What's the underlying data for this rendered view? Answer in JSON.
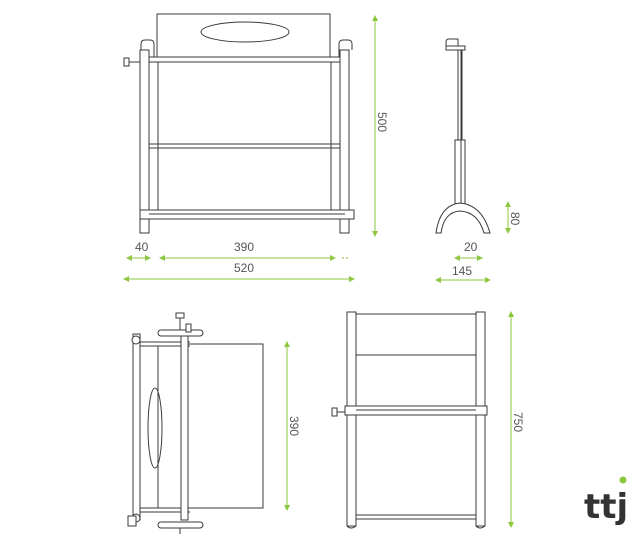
{
  "dimensions": {
    "front_height": "500",
    "front_leg": "40",
    "front_inner_width": "390",
    "front_total_width": "520",
    "side_foot_height": "80",
    "side_foot_width": "20",
    "side_total_depth": "145",
    "top_depth": "390",
    "open_height": "750"
  },
  "logo": {
    "text": "ttj"
  },
  "colors": {
    "line": "#3a3a3a",
    "dimension": "#8dc63f",
    "label": "#555555",
    "logo_dot": "#8dc63f"
  }
}
